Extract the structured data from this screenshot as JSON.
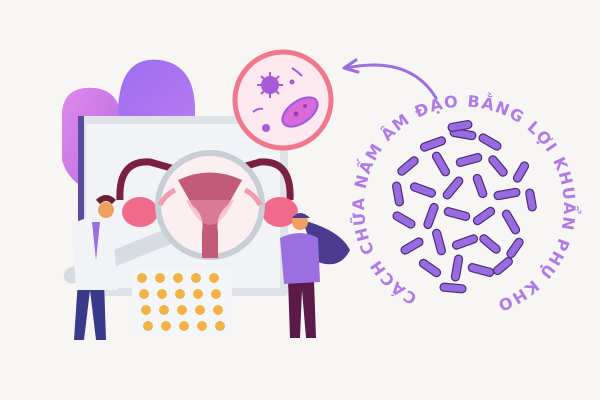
{
  "banner": {
    "title": "CÁCH CHỮA NẤM ÂM ĐẠO BẰNG LỢI KHUẨN PHỤ KHOA",
    "background": "#f8f6f5",
    "colors": {
      "accent_purple": "#9b6fe0",
      "bacteria_fill": "#9a6ae0",
      "bacteria_stroke": "#4a2d7a",
      "pink": "#f0788c",
      "uterus": "#c25a7a",
      "pills": "#f0b545"
    }
  },
  "illustration": {
    "elements": [
      "monitor",
      "uterus-diagram",
      "magnifying-glass",
      "microscope-bubble",
      "doctor",
      "patient",
      "pill-blister",
      "arrow",
      "bacteria-cluster"
    ]
  }
}
